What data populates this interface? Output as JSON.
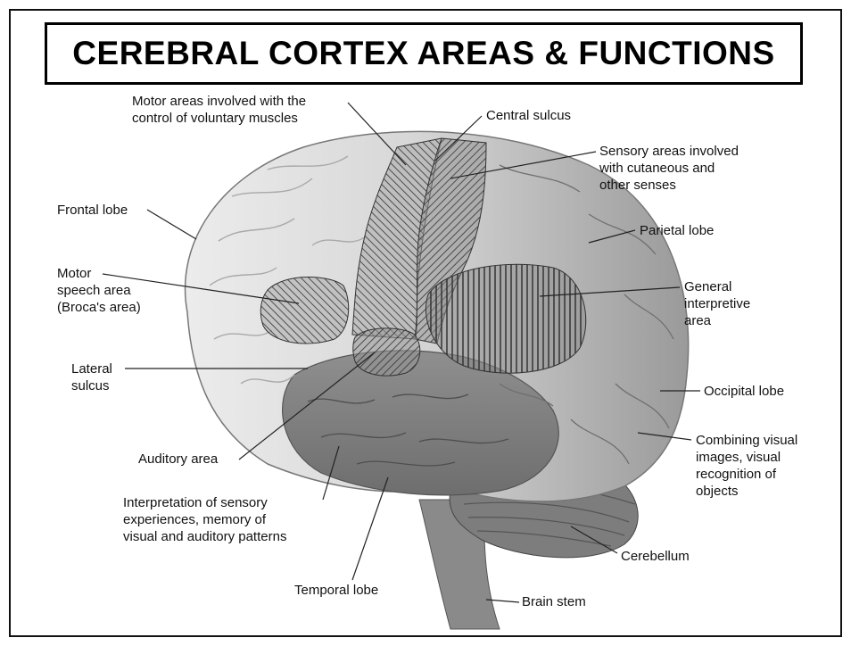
{
  "title": "CEREBRAL CORTEX AREAS & FUNCTIONS",
  "labels": {
    "motor_areas": [
      "Motor areas involved with the",
      "control of voluntary muscles"
    ],
    "central_sulcus": [
      "Central sulcus"
    ],
    "sensory_areas": [
      "Sensory areas involved",
      "with cutaneous and",
      "other senses"
    ],
    "frontal_lobe": [
      "Frontal lobe"
    ],
    "parietal_lobe": [
      "Parietal lobe"
    ],
    "motor_speech": [
      "Motor",
      "speech area",
      "(Broca's area)"
    ],
    "general_interpretive": [
      "General",
      "interpretive",
      "area"
    ],
    "lateral_sulcus": [
      "Lateral",
      "sulcus"
    ],
    "occipital_lobe": [
      "Occipital lobe"
    ],
    "auditory_area": [
      "Auditory area"
    ],
    "combining_visual": [
      "Combining visual",
      "images, visual",
      "recognition of",
      "objects"
    ],
    "interpretation_sensory": [
      "Interpretation of sensory",
      "experiences, memory of",
      "visual and auditory patterns"
    ],
    "cerebellum": [
      "Cerebellum"
    ],
    "temporal_lobe": [
      "Temporal lobe"
    ],
    "brain_stem": [
      "Brain stem"
    ]
  }
}
